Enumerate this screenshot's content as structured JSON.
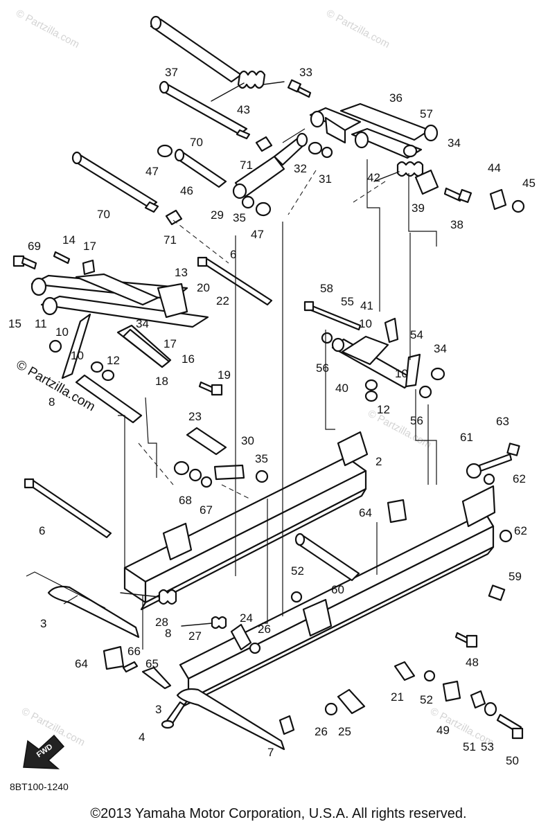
{
  "watermark": "© Partzilla.com",
  "diagram_code": "8BT100-1240",
  "copyright": "©2013 Yamaha Motor Corporation, U.S.A. All rights reserved.",
  "fwd_label": "FWD",
  "callouts": [
    "37",
    "43",
    "33",
    "36",
    "57",
    "70",
    "34",
    "71",
    "47",
    "32",
    "31",
    "44",
    "45",
    "46",
    "42",
    "39",
    "70",
    "29",
    "35",
    "47",
    "38",
    "71",
    "69",
    "14",
    "17",
    "6",
    "13",
    "20",
    "22",
    "15",
    "11",
    "10",
    "34",
    "58",
    "41",
    "55",
    "10",
    "54",
    "34",
    "10",
    "12",
    "17",
    "16",
    "56",
    "40",
    "10",
    "12",
    "56",
    "18",
    "19",
    "8",
    "23",
    "30",
    "35",
    "61",
    "63",
    "2",
    "62",
    "68",
    "67",
    "6",
    "64",
    "62",
    "52",
    "60",
    "59",
    "3",
    "28",
    "24",
    "26",
    "27",
    "8",
    "48",
    "64",
    "66",
    "65",
    "21",
    "52",
    "3",
    "26",
    "25",
    "49",
    "51",
    "53",
    "4",
    "7",
    "50"
  ]
}
